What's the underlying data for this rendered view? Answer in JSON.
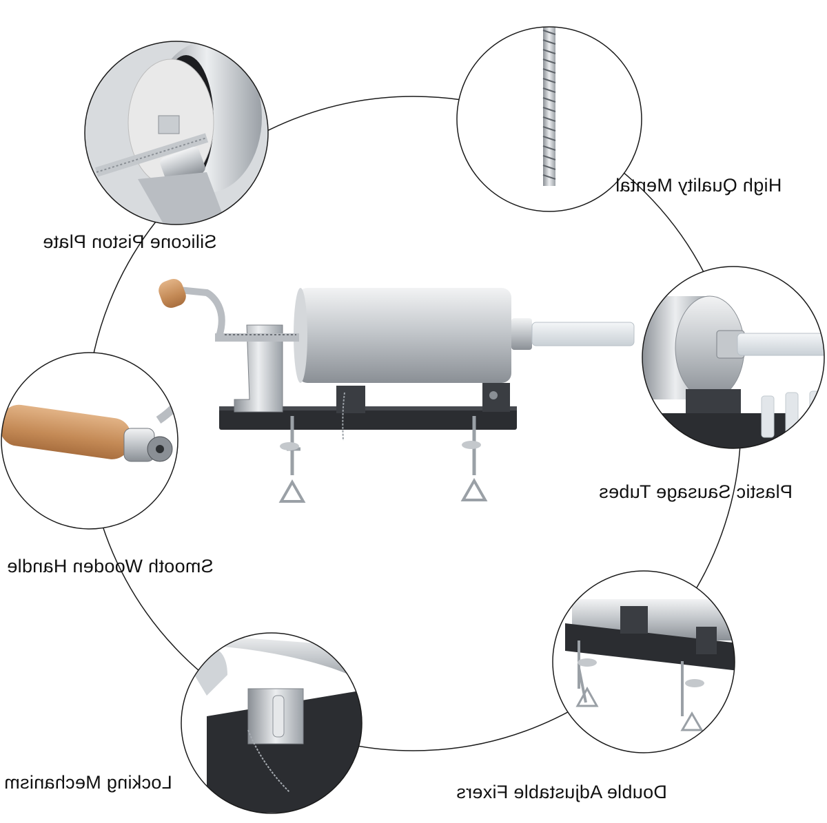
{
  "colors": {
    "ring": "#1a1a1a",
    "steel_light": "#e6e8ea",
    "steel_mid": "#b9bdc2",
    "steel_dark": "#7c8187",
    "base": "#2b2d31",
    "wood": "#c9925f",
    "tube": "#dfe4e8"
  },
  "labels": {
    "high_quality": "High Quality Mental",
    "silicone": "Silicone Piston Plate",
    "plastic_tubes": "Plastic Sausage Tubes",
    "wooden_handle": "Smooth Wooden Handle",
    "double_fixers": "Double Adjustable Fixers",
    "locking": "Locking Mechanism"
  }
}
